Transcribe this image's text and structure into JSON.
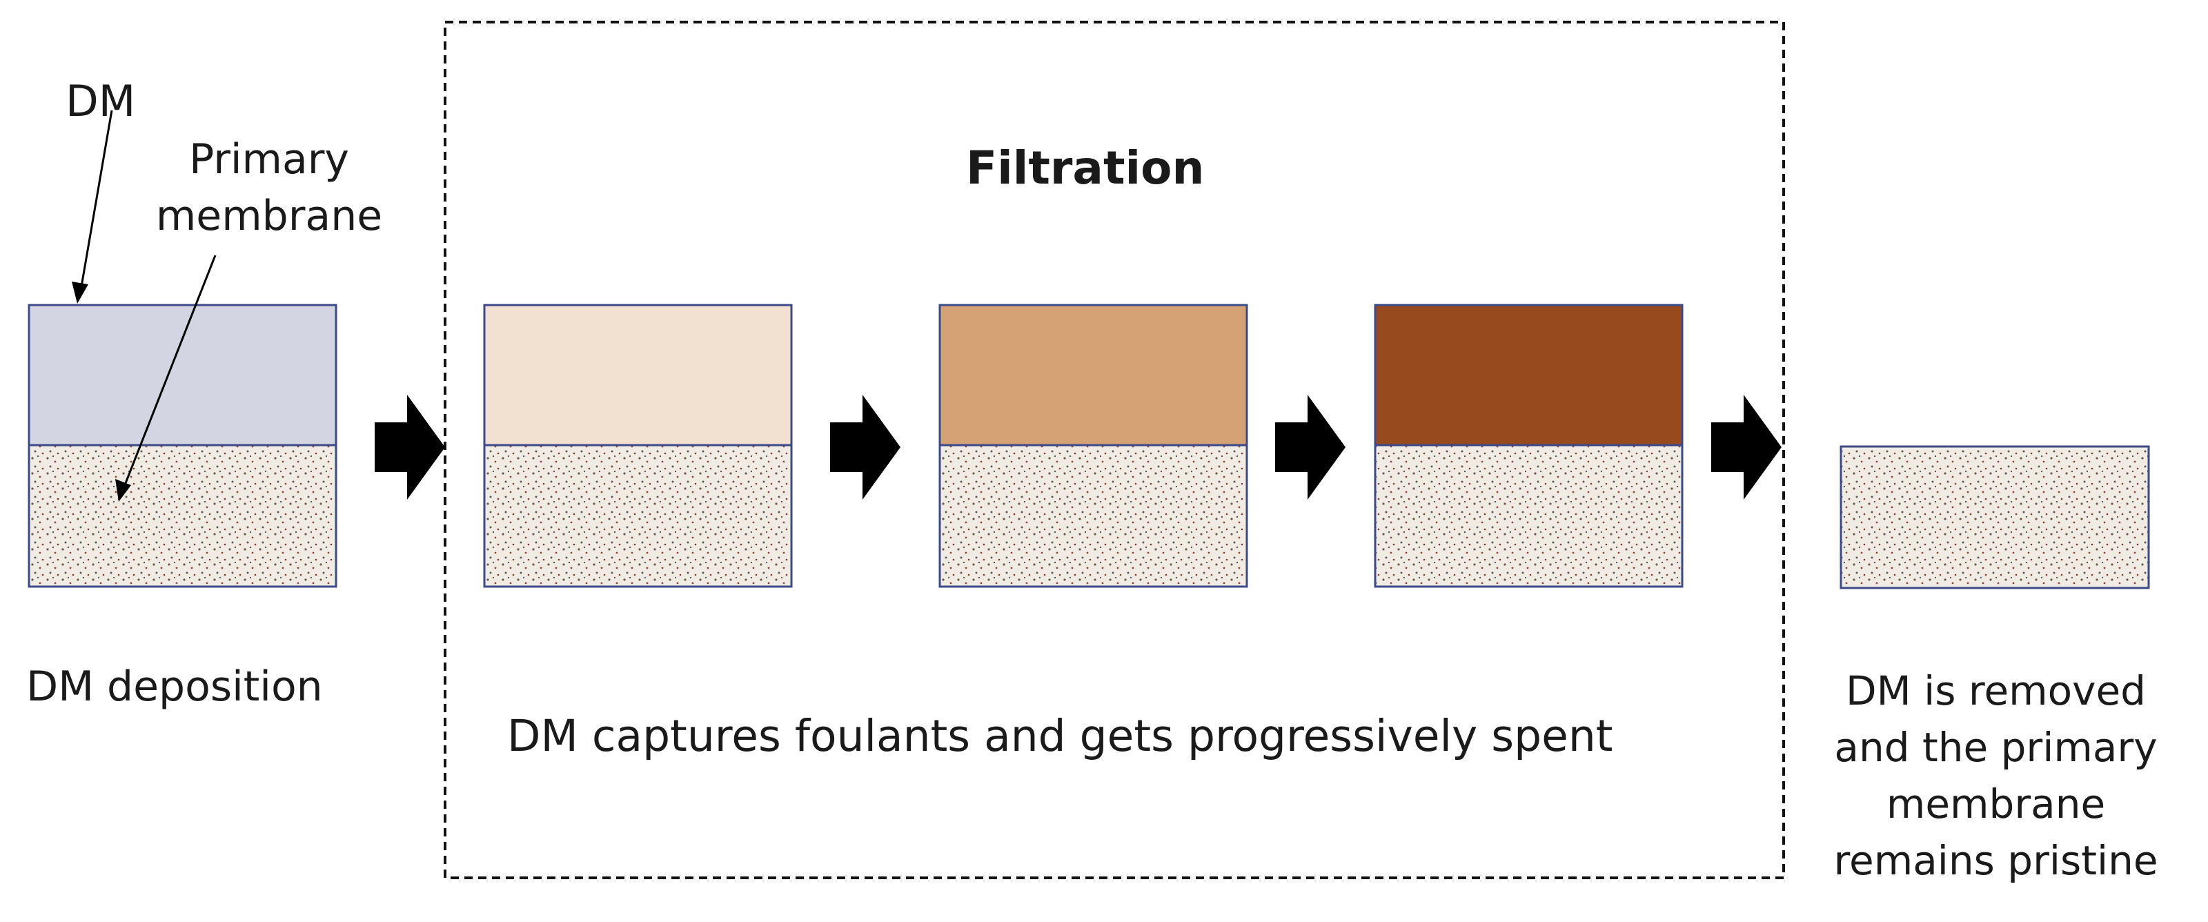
{
  "labels": {
    "dm": "DM",
    "primary_membrane_line1": "Primary",
    "primary_membrane_line2": "membrane",
    "filtration": "Filtration",
    "dm_deposition": "DM deposition",
    "captures": "DM captures foulants and gets progressively spent",
    "removed_line1": "DM is removed",
    "removed_line2": "and the primary",
    "removed_line3": "membrane",
    "removed_line4": "remains pristine"
  },
  "colors": {
    "dm_fresh": "#d3d6e2",
    "dm_spent_1": "#f2e1d1",
    "dm_spent_2": "#d5a275",
    "dm_spent_3": "#964a1e",
    "membrane_bg": "#f1ece3",
    "border": "#3d4a8a",
    "arrow": "#000000"
  }
}
